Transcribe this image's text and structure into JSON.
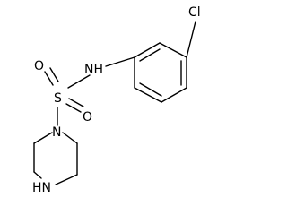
{
  "molecule": {
    "atoms": {
      "cl": "Cl",
      "nh_sulfonamide": "NH",
      "s": "S",
      "o_top": "O",
      "o_right": "O",
      "n_ring": "N",
      "nh_ring": "HN"
    }
  }
}
